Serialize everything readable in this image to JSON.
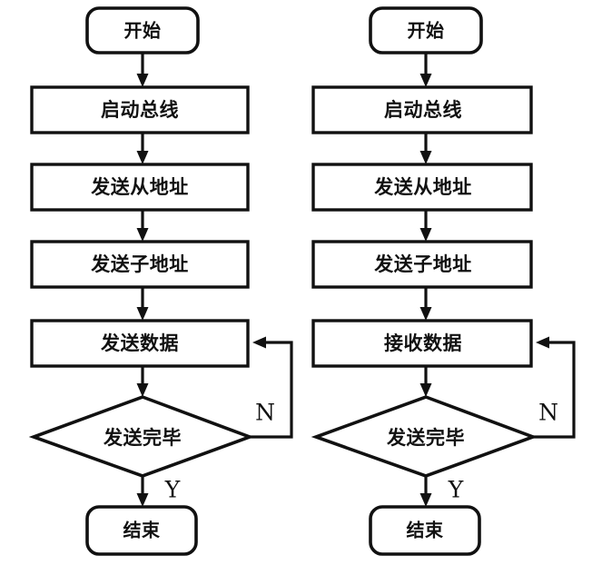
{
  "diagram": {
    "type": "flowchart-pair",
    "background_color": "#ffffff",
    "line_color": "#111111",
    "charts": [
      {
        "id": "left-chart",
        "name": "send-data-flowchart",
        "nodes": [
          {
            "id": "start",
            "shape": "terminal",
            "label": "开始"
          },
          {
            "id": "step1",
            "shape": "process",
            "label": "启动总线"
          },
          {
            "id": "step2",
            "shape": "process",
            "label": "发送从地址"
          },
          {
            "id": "step3",
            "shape": "process",
            "label": "发送子地址"
          },
          {
            "id": "step4",
            "shape": "process",
            "label": "发送数据"
          },
          {
            "id": "decision",
            "shape": "decision",
            "label": "发送完毕"
          },
          {
            "id": "end",
            "shape": "terminal",
            "label": "结束"
          }
        ],
        "branch_labels": {
          "no": "N",
          "yes": "Y"
        }
      },
      {
        "id": "right-chart",
        "name": "receive-data-flowchart",
        "nodes": [
          {
            "id": "start",
            "shape": "terminal",
            "label": "开始"
          },
          {
            "id": "step1",
            "shape": "process",
            "label": "启动总线"
          },
          {
            "id": "step2",
            "shape": "process",
            "label": "发送从地址"
          },
          {
            "id": "step3",
            "shape": "process",
            "label": "发送子地址"
          },
          {
            "id": "step4",
            "shape": "process",
            "label": "接收数据"
          },
          {
            "id": "decision",
            "shape": "decision",
            "label": "发送完毕"
          },
          {
            "id": "end",
            "shape": "terminal",
            "label": "结束"
          }
        ],
        "branch_labels": {
          "no": "N",
          "yes": "Y"
        }
      }
    ]
  }
}
